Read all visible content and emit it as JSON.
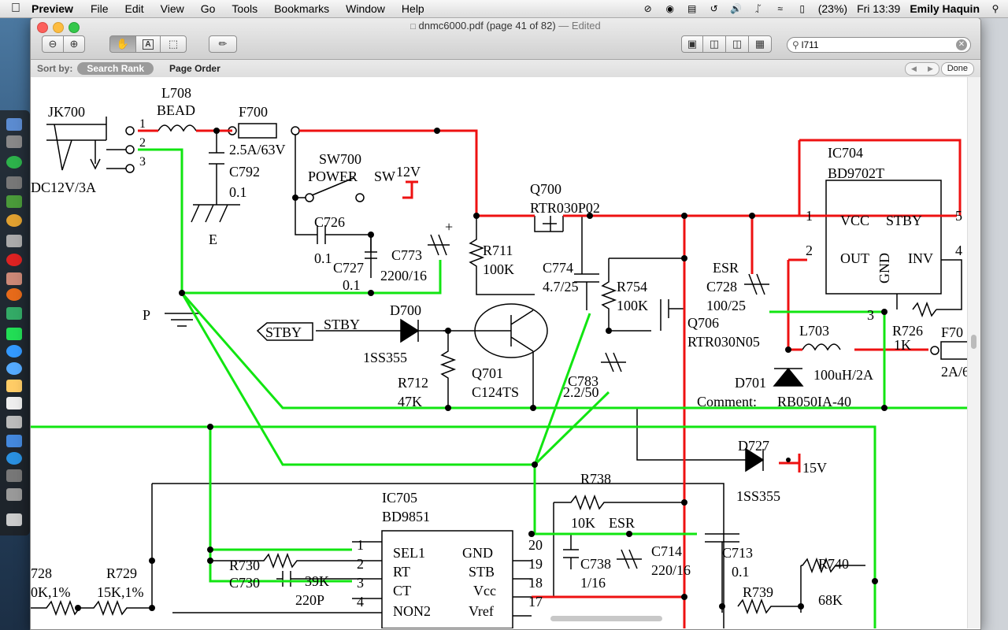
{
  "menubar": {
    "app": "Preview",
    "menus": [
      "File",
      "Edit",
      "View",
      "Go",
      "Tools",
      "Bookmarks",
      "Window",
      "Help"
    ],
    "battery": "(23%)",
    "clock": "Fri 13:39",
    "user": "Emily Haquin"
  },
  "window": {
    "title": "dnmc6000.pdf (page 41 of 82)",
    "edited": "— Edited"
  },
  "search": {
    "value": "l711"
  },
  "sortbar": {
    "label": "Sort by:",
    "option1": "Search Rank",
    "option2": "Page Order",
    "done": "Done"
  },
  "schematic": {
    "jk700": "JK700",
    "dc": "DC12V/3A",
    "l708": "L708",
    "bead": "BEAD",
    "f700": "F700",
    "f700v": "2.5A/63V",
    "c792": "C792",
    "c792v": "0.1",
    "e": "E",
    "sw700": "SW700",
    "power": "POWER",
    "sw": "SW",
    "v12": "12V",
    "c726": "C726",
    "c726v": "0.1",
    "c727": "C727",
    "c727v": "0.1",
    "c773": "C773",
    "c773v": "2200/16",
    "q700": "Q700",
    "q700p": "RTR030P02",
    "r711": "R711",
    "r711v": "100K",
    "c774": "C774",
    "c774v": "4.7/25",
    "r754": "R754",
    "r754v": "100K",
    "q706": "Q706",
    "q706p": "RTR030N05",
    "p": "P",
    "stby_tag": "STBY",
    "stby": "STBY",
    "d700": "D700",
    "d700p": "1SS355",
    "q701": "Q701",
    "q701p": "C124TS",
    "r712": "R712",
    "r712v": "47K",
    "c783": "C783",
    "c783v": "2.2/50",
    "ic704": "IC704",
    "ic704p": "BD9702T",
    "vcc": "VCC",
    "stby_pin": "STBY",
    "out": "OUT",
    "gnd": "GND",
    "inv": "INV",
    "esr": "ESR",
    "c728": "C728",
    "c728v": "100/25",
    "l703": "L703",
    "l703v": "100uH/2A",
    "r726": "R726",
    "r726v": "1K",
    "f70": "F70",
    "f70v": "2A/6",
    "d701": "D701",
    "comment": "Comment:",
    "d701p": "RB050IA-40",
    "d727": "D727",
    "d727p": "1SS355",
    "v15": "15V",
    "ic705": "IC705",
    "ic705p": "BD9851",
    "sel1": "SEL1",
    "rt": "RT",
    "ct": "CT",
    "non2": "NON2",
    "gnd2": "GND",
    "stb": "STB",
    "vcc2": "Vcc",
    "vref": "Vref",
    "r738": "R738",
    "r738v": "10K",
    "esr2": "ESR",
    "c738": "C738",
    "c738v": "1/16",
    "c714": "C714",
    "c714v": "220/16",
    "c713": "C713",
    "c713v": "0.1",
    "r740": "R740",
    "r740v": "68K",
    "r739": "R739",
    "r730": "R730",
    "r730v": "39K",
    "c730": "C730",
    "c730v": "220P",
    "r729": "R729",
    "r729v": "15K,1%",
    "r728": "728",
    "r728v": "0K,1%",
    "n1": "1",
    "n2": "2",
    "n3": "3",
    "p1": "1",
    "p2": "2",
    "p4": "4",
    "p5": "5",
    "p3": "3",
    "i1": "1",
    "i2": "2",
    "i3": "3",
    "i4": "4",
    "i20": "20",
    "i19": "19",
    "i18": "18",
    "i17": "17",
    "plus": "+"
  }
}
